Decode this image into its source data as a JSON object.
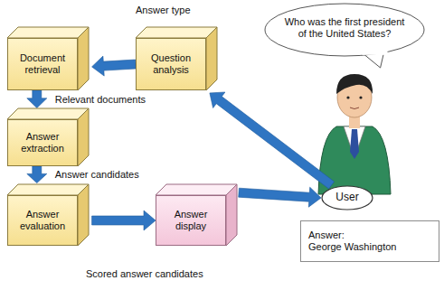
{
  "diagram": {
    "nodes": [
      {
        "text": [
          "Document retrieval"
        ]
      },
      {
        "text": [
          "Question analysis"
        ]
      },
      {
        "text": [
          "Who was the first president of the United States?"
        ]
      },
      {
        "text": [
          "User"
        ]
      },
      {
        "text": [
          "Answer extraction"
        ]
      },
      {
        "text": [
          "Answer evaluation"
        ]
      },
      {
        "text": [
          "Answer display"
        ]
      },
      {
        "text": [
          "Answer:",
          "George Washington"
        ]
      }
    ],
    "edges": [
      {
        "from": 3,
        "to": 1,
        "arrow": "to"
      },
      {
        "from": 1,
        "to": 0,
        "label": "Answer type",
        "arrow": "to"
      },
      {
        "from": 0,
        "to": 4,
        "label": "Relevant documents",
        "arrow": "to"
      },
      {
        "from": 4,
        "to": 5,
        "label": "Answer candidates",
        "arrow": "to"
      },
      {
        "from": 5,
        "to": 6,
        "label": "Scored answer candidates",
        "arrow": "to"
      },
      {
        "from": 6,
        "to": 3,
        "arrow": "to"
      }
    ]
  }
}
